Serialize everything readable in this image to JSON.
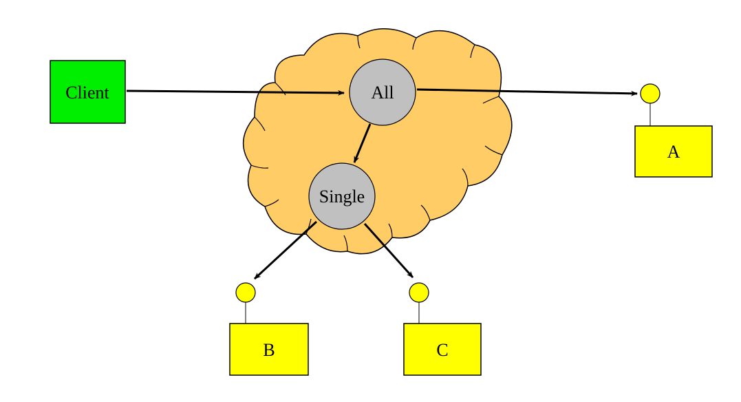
{
  "colors": {
    "background": "#ffffff",
    "client_fill": "#00ee00",
    "cloud_fill": "#ffcc66",
    "router_fill": "#c0c0c0",
    "endpoint_fill": "#ffff00",
    "stroke": "#000000"
  },
  "client": {
    "label": "Client"
  },
  "routers": [
    {
      "id": "all",
      "label": "All"
    },
    {
      "id": "single",
      "label": "Single"
    }
  ],
  "endpoints": [
    {
      "id": "a",
      "label": "A"
    },
    {
      "id": "b",
      "label": "B"
    },
    {
      "id": "c",
      "label": "C"
    }
  ]
}
